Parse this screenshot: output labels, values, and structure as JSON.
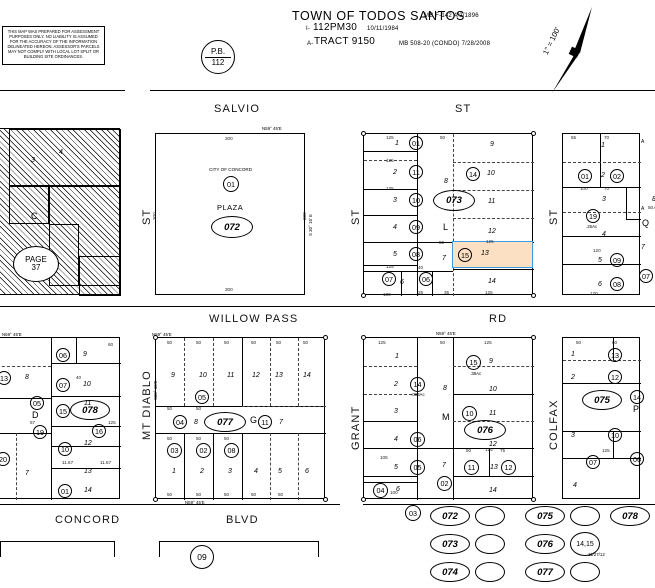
{
  "map": {
    "title": "TOWN OF TODOS SANTOS",
    "title_ref": "MB F-142   4/2/1896",
    "sub1_prefix": "I-",
    "sub1": "112PM30",
    "sub1_ref": "10/11/1984",
    "sub2_prefix": "A-",
    "sub2": "TRACT  9150",
    "sub2_ref": "MB 508-20 (CONDO) 7/28/2008",
    "scale_label": "1\" = 100'",
    "north_arrow": "north-arrow",
    "disclaimer": "THIS MAP WAS PREPARED FOR ASSESSMENT PURPOSES ONLY. NO LIABILITY IS ASSUMED FOR THE ACCURACY OF THE INFORMATION DELINEATED HEREON. ASSESSOR'S PARCELS MAY NOT COMPLY WITH LOCAL LOT SPLIT OR BUILDING SITE ORDINANCES.",
    "pb": {
      "label": "P.B.",
      "value": "112"
    },
    "page_ref": {
      "line1": "PAGE",
      "line2": "37"
    }
  },
  "streets": {
    "salvio": "SALVIO",
    "salvio_suffix": "ST",
    "willow_pass": "WILLOW  PASS",
    "willow_pass_suffix": "RD",
    "concord": "CONCORD",
    "concord_suffix": "BLVD",
    "grant_top": "ST",
    "grant_bottom": "GRANT",
    "colfax": "COLFAX",
    "mt_diablo": "MT  DIABLO",
    "mt_diablo_top": "ST",
    "east_st": "ST",
    "east_st2": "ST"
  },
  "blocks": {
    "plaza": {
      "owner": "CITY OF CONCORD",
      "parcel": "01",
      "name": "PLAZA",
      "book": "072",
      "dim_top": "300",
      "dim_bottom": "300",
      "dim_left": "300",
      "dim_right": "300",
      "bearing_top": "N59° 45'E",
      "bearing_right": "S 30° 15' E"
    },
    "block073": {
      "book": "073",
      "letter": "L",
      "parcels": [
        "01",
        "11",
        "10",
        "09",
        "08",
        "07",
        "06",
        "14",
        "15"
      ],
      "lots": [
        "1",
        "2",
        "3",
        "4",
        "5",
        "6",
        "7",
        "8",
        "9",
        "10",
        "11",
        "12",
        "13",
        "14"
      ],
      "highlight_parcel": "15",
      "highlight_lot": "13",
      "dims": [
        "125",
        "125",
        "125",
        "125",
        "100",
        "50",
        "40",
        "25",
        "35",
        "30",
        "50"
      ]
    },
    "block074": {
      "parcels": [
        "01",
        "02",
        "19",
        "09",
        "08",
        "07"
      ],
      "lots": [
        "1",
        "2",
        "3",
        "4",
        "5",
        "6",
        "7",
        "8"
      ],
      "letters": [
        "A",
        "Q"
      ],
      "acreage": ".25Ac",
      "dims": [
        "55",
        "70",
        "100",
        "70",
        "120",
        "120",
        "50",
        "50",
        "35",
        "50.0"
      ]
    },
    "block078": {
      "book": "078",
      "letter": "D",
      "parcels": [
        "13",
        "06",
        "07",
        "05",
        "15",
        "16",
        "19",
        "10",
        "20",
        "01"
      ],
      "lots": [
        "7",
        "8",
        "9",
        "10",
        "11",
        "12",
        "13",
        "14"
      ],
      "dims": [
        "50",
        "40",
        "60",
        "125",
        "57",
        "11.67",
        "11.67",
        "100"
      ],
      "bearing": "N59° 45'E"
    },
    "block077": {
      "book": "077",
      "letter": "G",
      "parcels": [
        "05",
        "04",
        "11",
        "03",
        "02",
        "08"
      ],
      "lots": [
        "1",
        "2",
        "3",
        "4",
        "5",
        "6",
        "7",
        "8",
        "9",
        "10",
        "11",
        "12",
        "13",
        "14"
      ],
      "dims": [
        "50",
        "50",
        "50",
        "50",
        "50",
        "50",
        "50",
        "50",
        "50",
        "50",
        "50",
        "50"
      ],
      "bearing_top": "N59° 45'E",
      "bearing_bottom": "N59° 45'E",
      "bearing_left": "S30° 15'E"
    },
    "block076": {
      "book": "076",
      "letter": "M",
      "parcels": [
        "14",
        "15",
        "10",
        "06",
        "05",
        "11",
        "12",
        "04",
        "02"
      ],
      "lots": [
        "1",
        "2",
        "3",
        "4",
        "5",
        "6",
        "7",
        "8",
        "9",
        "10",
        "11",
        "12",
        "13",
        "14"
      ],
      "acreage1": ".083Ac",
      "acreage2": ".38Ac",
      "dims": [
        "125",
        "50",
        "125",
        "125",
        "50",
        "70",
        "70",
        "100",
        "25",
        "105"
      ],
      "bearing_top": "N59° 45'E"
    },
    "block075": {
      "book": "075",
      "letter": "P",
      "parcels": [
        "13",
        "12",
        "14",
        "10",
        "06",
        "07"
      ],
      "lots": [
        "1",
        "2",
        "3",
        "4"
      ],
      "dims": [
        "125",
        "50",
        "60",
        "50"
      ]
    },
    "concord_blvd_parcel": "09"
  },
  "legend": {
    "rows": [
      {
        "left": "072",
        "left2": "",
        "right": "075",
        "right2": "",
        "far": "078"
      },
      {
        "left": "073",
        "left2": "",
        "right": "076",
        "right2": "14,15",
        "far": ""
      },
      {
        "left": "074",
        "left2": "",
        "right": "077",
        "right2": "",
        "far": ""
      }
    ],
    "date_stamp": "11/27/12",
    "parcel_03": "03"
  }
}
